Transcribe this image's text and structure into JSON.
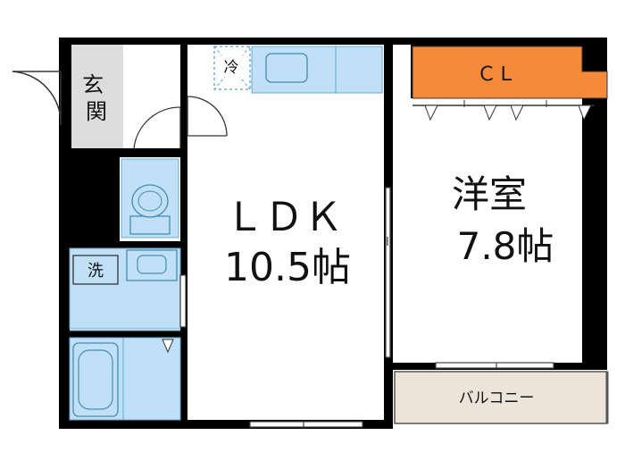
{
  "rooms": {
    "genkan": {
      "label": "玄関"
    },
    "ldk": {
      "name": "ＬＤＫ",
      "size": "10.5帖"
    },
    "yoshitsu": {
      "name": "洋室",
      "size": "7.8帖"
    },
    "closet": {
      "label": "ＣＬ"
    },
    "balcony": {
      "label": "バルコニー"
    }
  },
  "fixtures": {
    "fridge": {
      "label": "冷"
    },
    "washer": {
      "label": "洗"
    }
  },
  "colors": {
    "wall": "#000000",
    "fixture": "#bfe0f6",
    "fixture_stroke": "#6aa9d3",
    "closet": "#f68a3b",
    "balcony": "#ece3d9",
    "genkan": "#dcdcdc",
    "room": "#ffffff"
  }
}
